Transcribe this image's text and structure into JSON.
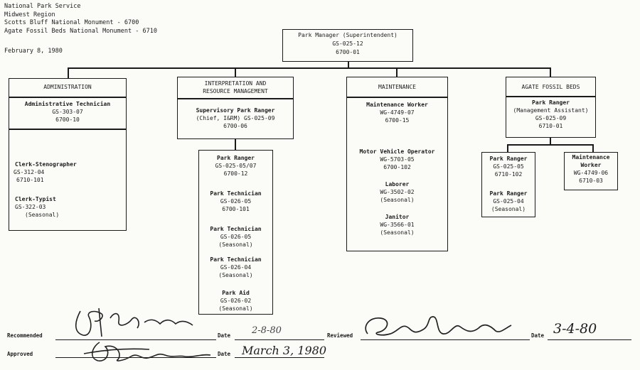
{
  "header": {
    "line1": "National Park Service",
    "line2": "Midwest Region",
    "line3": "Scotts Bluff National Monument - 6700",
    "line4": "Agate Fossil Beds National Monument - 6710",
    "date": "February 8, 1980"
  },
  "top": {
    "title": "Park Manager (Superintendent)",
    "grade": "GS-025-12",
    "code": "6700-01"
  },
  "admin": {
    "heading": "ADMINISTRATION",
    "lead": {
      "title": "Administrative Technician",
      "grade": "GS-303-07",
      "code": "6700-10"
    },
    "clerk1": {
      "title": "Clerk-Stenographer",
      "grade": "GS-312-04",
      "code": "6710-101"
    },
    "clerk2": {
      "title": "Clerk-Typist",
      "grade": "GS-322-03",
      "note": "(Seasonal)"
    }
  },
  "interp": {
    "heading1": "INTERPRETATION AND",
    "heading2": "RESOURCE MANAGEMENT",
    "lead": {
      "title1": "Supervisory Park Ranger",
      "title2": "(Chief, I&RM) GS-025-09",
      "code": "6700-06"
    },
    "staff": {
      "p1": {
        "title": "Park Ranger",
        "grade": "GS-025-05/07",
        "code": "6700-12"
      },
      "p2": {
        "title": "Park Technician",
        "grade": "GS-026-05",
        "code": "6700-101"
      },
      "p3": {
        "title": "Park Technician",
        "grade": "GS-026-05",
        "note": "(Seasonal)"
      },
      "p4": {
        "title": "Park Technician",
        "grade": "GS-026-04",
        "note": "(Seasonal)"
      },
      "p5": {
        "title": "Park Aid",
        "grade": "GS-026-02",
        "note": "(Seasonal)"
      }
    }
  },
  "maint": {
    "heading": "MAINTENANCE",
    "p1": {
      "title": "Maintenance Worker",
      "grade": "WG-4749-07",
      "code": "6700-15"
    },
    "p2": {
      "title": "Motor Vehicle Operator",
      "grade": "WG-5703-05",
      "code": "6700-102"
    },
    "p3": {
      "title": "Laborer",
      "grade": "WG-3502-02",
      "note": "(Seasonal)"
    },
    "p4": {
      "title": "Janitor",
      "grade": "WG-3566-01",
      "note": "(Seasonal)"
    }
  },
  "agate": {
    "heading": "AGATE FOSSIL BEDS",
    "lead": {
      "title1": "Park Ranger",
      "title2": "(Management Assistant)",
      "grade": "GS-025-09",
      "code": "6710-01"
    },
    "left": {
      "p1": {
        "title": "Park Ranger",
        "grade": "GS-025-05",
        "code": "6710-102"
      },
      "p2": {
        "title": "Park Ranger",
        "grade": "GS-025-04",
        "note": "(Seasonal)"
      }
    },
    "right": {
      "title1": "Maintenance",
      "title2": "Worker",
      "grade": "WG-4749-06",
      "code": "6710-03"
    }
  },
  "signatures": {
    "recommended": "Recommended",
    "approved": "Approved",
    "date": "Date",
    "reviewed": "Reviewed",
    "rec_date": "2-8-80",
    "rev_date": "3-4-80",
    "app_date": "March 3, 1980"
  }
}
